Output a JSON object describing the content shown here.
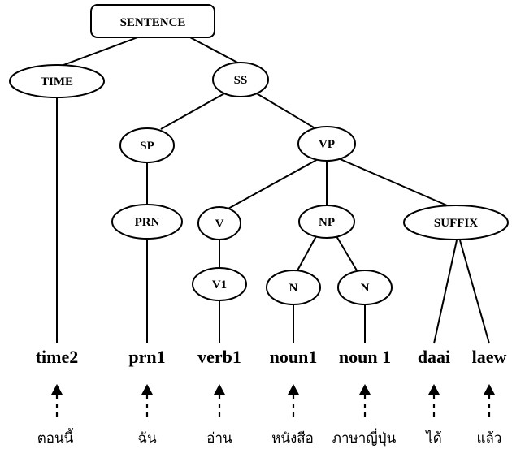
{
  "root": "SENTENCE",
  "nodes": {
    "time": "TIME",
    "ss": "SS",
    "sp": "SP",
    "vp": "VP",
    "prn": "PRN",
    "v": "V",
    "np": "NP",
    "suffix": "SUFFIX",
    "v1": "V1",
    "n_a": "N",
    "n_b": "N"
  },
  "leaves": [
    "time2",
    "prn1",
    "verb1",
    "noun1",
    "noun 1",
    "daai",
    "laew"
  ],
  "thai_words": [
    "ตอนนี้",
    "ฉัน",
    "อ่าน",
    "หนังสือ",
    "ภาษาญี่ปุ่น",
    "ได้",
    "แล้ว"
  ]
}
